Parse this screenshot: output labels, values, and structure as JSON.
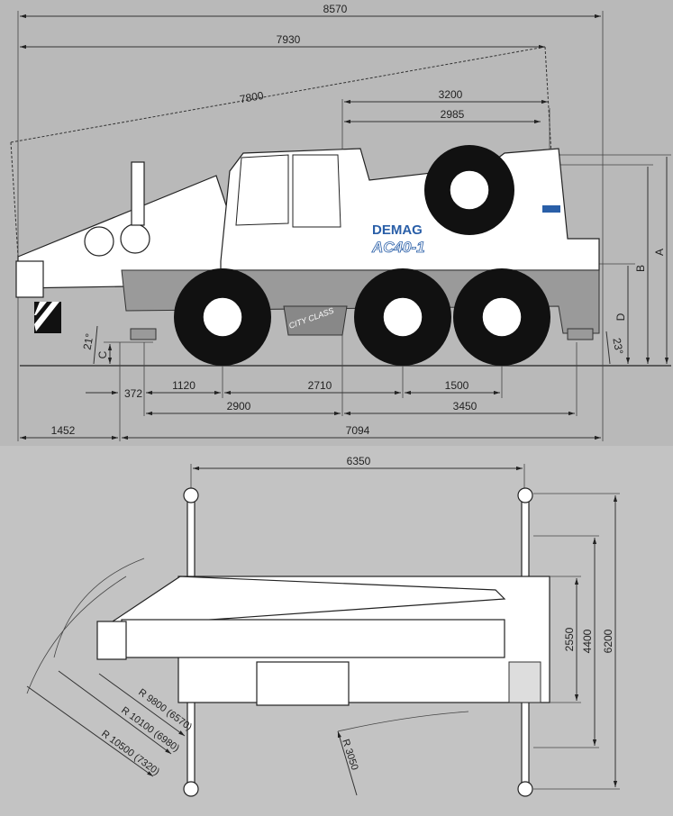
{
  "side_view": {
    "dimensions": {
      "overall_length": "8570",
      "to_boom_tip": "7930",
      "boom_length": "7800",
      "rear_overhang_a": "3200",
      "rear_overhang_b": "2985",
      "front_outrigger_offset": "372",
      "front_axle_offset": "1120",
      "wheelbase_1_2": "2710",
      "wheelbase_2_3": "1500",
      "outrigger_front_to_center": "2900",
      "outrigger_center_to_rear": "3450",
      "boom_overhang": "1452",
      "carrier_length": "7094",
      "approach_angle": "21°",
      "departure_angle": "23°"
    },
    "height_labels": {
      "a": "A",
      "b": "B",
      "c": "C",
      "d": "D"
    },
    "branding": {
      "brand": "DEMAG",
      "model": "AC40-1",
      "series": "CITY CLASS"
    }
  },
  "top_view": {
    "dimensions": {
      "outrigger_span_length": "6350",
      "width_carrier": "2550",
      "outrigger_width_mid": "4400",
      "outrigger_width_full": "6200"
    },
    "radii": [
      "R 9800 (6570)",
      "R 10100 (6980)",
      "R 10500 (7320)",
      "R 3050"
    ]
  }
}
